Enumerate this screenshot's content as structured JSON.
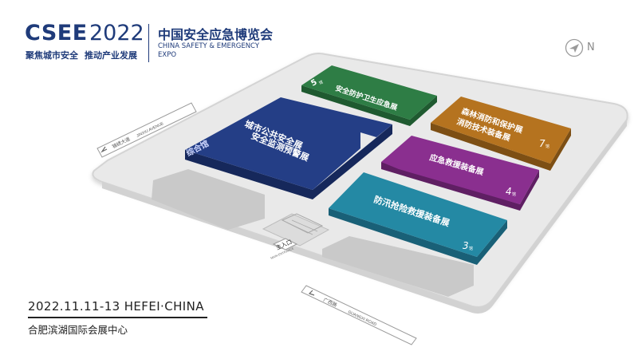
{
  "brand": {
    "acronym": "CSEE",
    "year": "2022",
    "slogan_1": "聚焦城市安全",
    "slogan_2": "推动产业发展"
  },
  "title": {
    "cn": "中国安全应急博览会",
    "en_line1": "CHINA SAFETY & EMERGENCY",
    "en_line2": "EXPO"
  },
  "compass": {
    "label": "N",
    "icon": "compass-arrow-icon"
  },
  "halls": {
    "hall5": {
      "name": "安全防护卫生应急展",
      "number": "5",
      "suffix": "馆",
      "color": "#2e7d45"
    },
    "hall7": {
      "name_line1": "森林消防和保护展",
      "name_line2": "消防技术装备展",
      "number": "7",
      "suffix": "馆",
      "color": "#b5731f"
    },
    "hall_main": {
      "name_line1": "城市公共安全展",
      "name_line2": "安全监测预警展",
      "building": "综合馆",
      "color": "#243e86"
    },
    "hall4": {
      "name": "应急救援装备展",
      "number": "4",
      "suffix": "馆",
      "color": "#8a2f8f"
    },
    "hall3": {
      "name": "防汛抢险救援装备展",
      "number": "3",
      "suffix": "馆",
      "color": "#2489a4"
    }
  },
  "entrance": {
    "label": "主入口",
    "sub": "MAIN ENTRANCE"
  },
  "roads": {
    "jinxiu": {
      "cn": "锦绣大道",
      "en": "JINXIU AVENUE"
    },
    "guangxi": {
      "cn": "广西路",
      "en": "GUANGXI ROAD"
    }
  },
  "event": {
    "date_location": "2022.11.11-13  HEFEI·CHINA",
    "venue": "合肥滨湖国际会展中心"
  }
}
